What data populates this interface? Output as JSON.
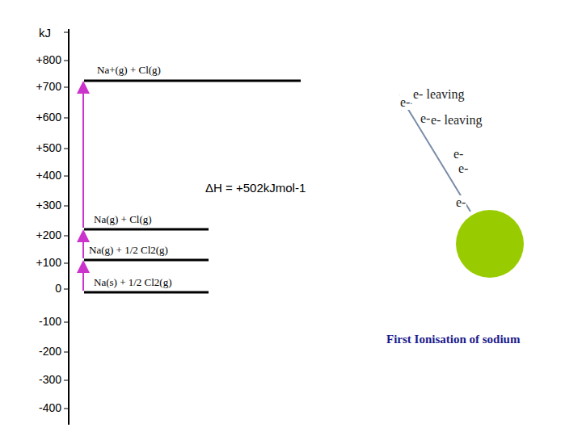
{
  "diagram": {
    "caption": "First Ionisation of sodium",
    "labels": [
      "kJ",
      "+800",
      "+700",
      "+600",
      "+500",
      "+400",
      "+300",
      "+200",
      "+100",
      "0",
      "-100",
      "-200",
      "-300",
      "-400",
      "Na+(g) + Cl(g)",
      "ΔH = +502kJmol-1",
      "Na(g) + Cl(g)",
      "Na(g) + 1/2 Cl2(g)",
      "Na(s) + 1/2 Cl2(g)",
      "e-",
      "e- leaving",
      "e-",
      "e- leaving",
      "e-",
      "e-",
      "e-"
    ]
  }
}
